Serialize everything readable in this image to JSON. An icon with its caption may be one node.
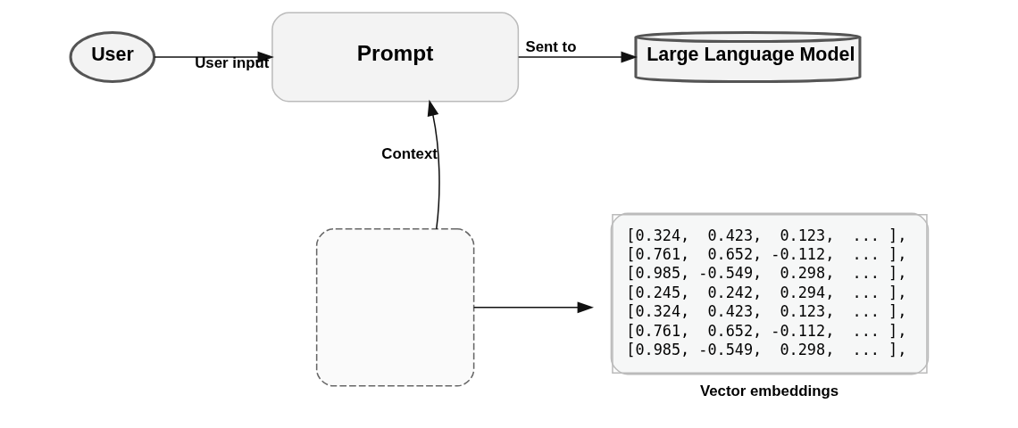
{
  "diagram": {
    "nodes": [
      {
        "text": [
          "User"
        ]
      },
      {
        "text": [
          "Prompt"
        ]
      },
      {
        "text": [
          "Large Language Model"
        ]
      },
      {
        "text": [],
        "shape": "box"
      },
      {
        "text": [
          "[0.324,  0.423,  0.123,  ... ],",
          "[0.761,  0.652, -0.112,  ... ],",
          "[0.985, -0.549,  0.298,  ... ],",
          "[0.245,  0.242,  0.294,  ... ],",
          "[0.324,  0.423,  0.123,  ... ],",
          "[0.761,  0.652, -0.112,  ... ],",
          "[0.985, -0.549,  0.298,  ... ],"
        ],
        "beside": [
          "Vector embeddings"
        ]
      }
    ],
    "edges": [
      {
        "from": 0,
        "to": 1,
        "arrow": "to",
        "label": "User input"
      },
      {
        "from": 1,
        "to": 2,
        "arrow": "to",
        "label": "Sent to"
      },
      {
        "from": 3,
        "to": 1,
        "arrow": "to",
        "label": "Context"
      },
      {
        "from": 3,
        "to": 4,
        "arrow": "to"
      }
    ]
  }
}
